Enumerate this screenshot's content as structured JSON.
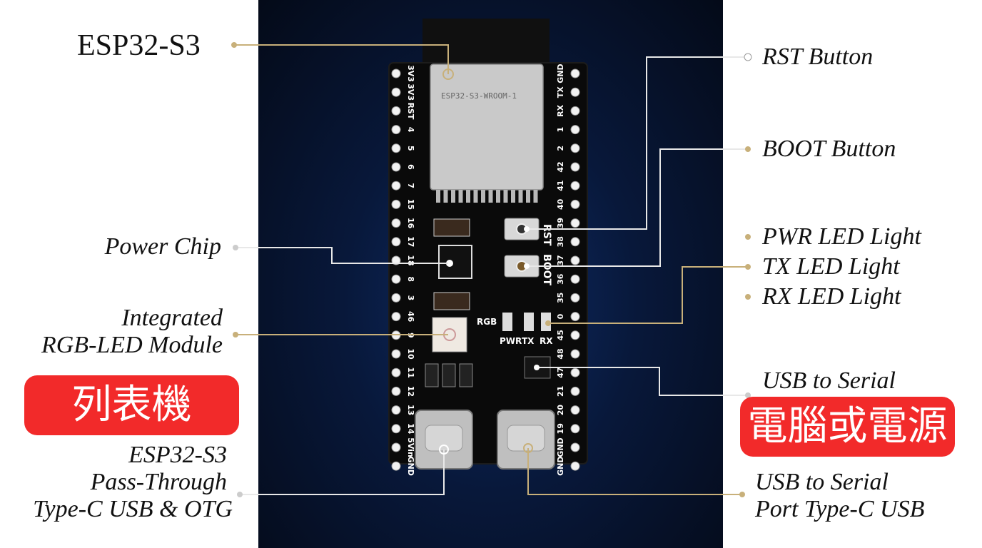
{
  "title": "ESP32-S3",
  "labels_left": {
    "power_chip": "Power Chip",
    "rgb_line1": "Integrated",
    "rgb_line2": "RGB-LED Module",
    "otg_line1": "ESP32-S3",
    "otg_line2": "Pass-Through",
    "otg_line3": "Type-C USB & OTG"
  },
  "labels_right": {
    "rst": "RST Button",
    "boot": "BOOT Button",
    "pwr_led": "PWR LED Light",
    "tx_led": "TX LED Light",
    "rx_led": "RX LED Light",
    "usb_serial": "USB to Serial",
    "usb_port_line1": "USB to Serial",
    "usb_port_line2": "Port Type-C USB"
  },
  "badges": {
    "left": "列表機",
    "right": "電腦或電源"
  },
  "board": {
    "module_name": "ESP32-S3-WROOM-1",
    "pins_left": [
      "3V3",
      "3V3",
      "RST",
      "4",
      "5",
      "6",
      "7",
      "15",
      "16",
      "17",
      "18",
      "8",
      "3",
      "46",
      "9",
      "10",
      "11",
      "12",
      "13",
      "14",
      "5Vin",
      "GND"
    ],
    "pins_right": [
      "GND",
      "TX",
      "RX",
      "1",
      "2",
      "42",
      "41",
      "40",
      "39",
      "38",
      "37",
      "36",
      "35",
      "0",
      "45",
      "48",
      "47",
      "21",
      "20",
      "19",
      "GND",
      "GND"
    ],
    "button_labels": [
      "RST",
      "BOOT"
    ],
    "led_labels": [
      "PWR",
      "TX",
      "RX"
    ],
    "rgb_label": "RGB"
  },
  "colors": {
    "badge_red": "#f22a2a",
    "leader_gold": "#c8b07a",
    "panel_blue": "#0b2350"
  }
}
